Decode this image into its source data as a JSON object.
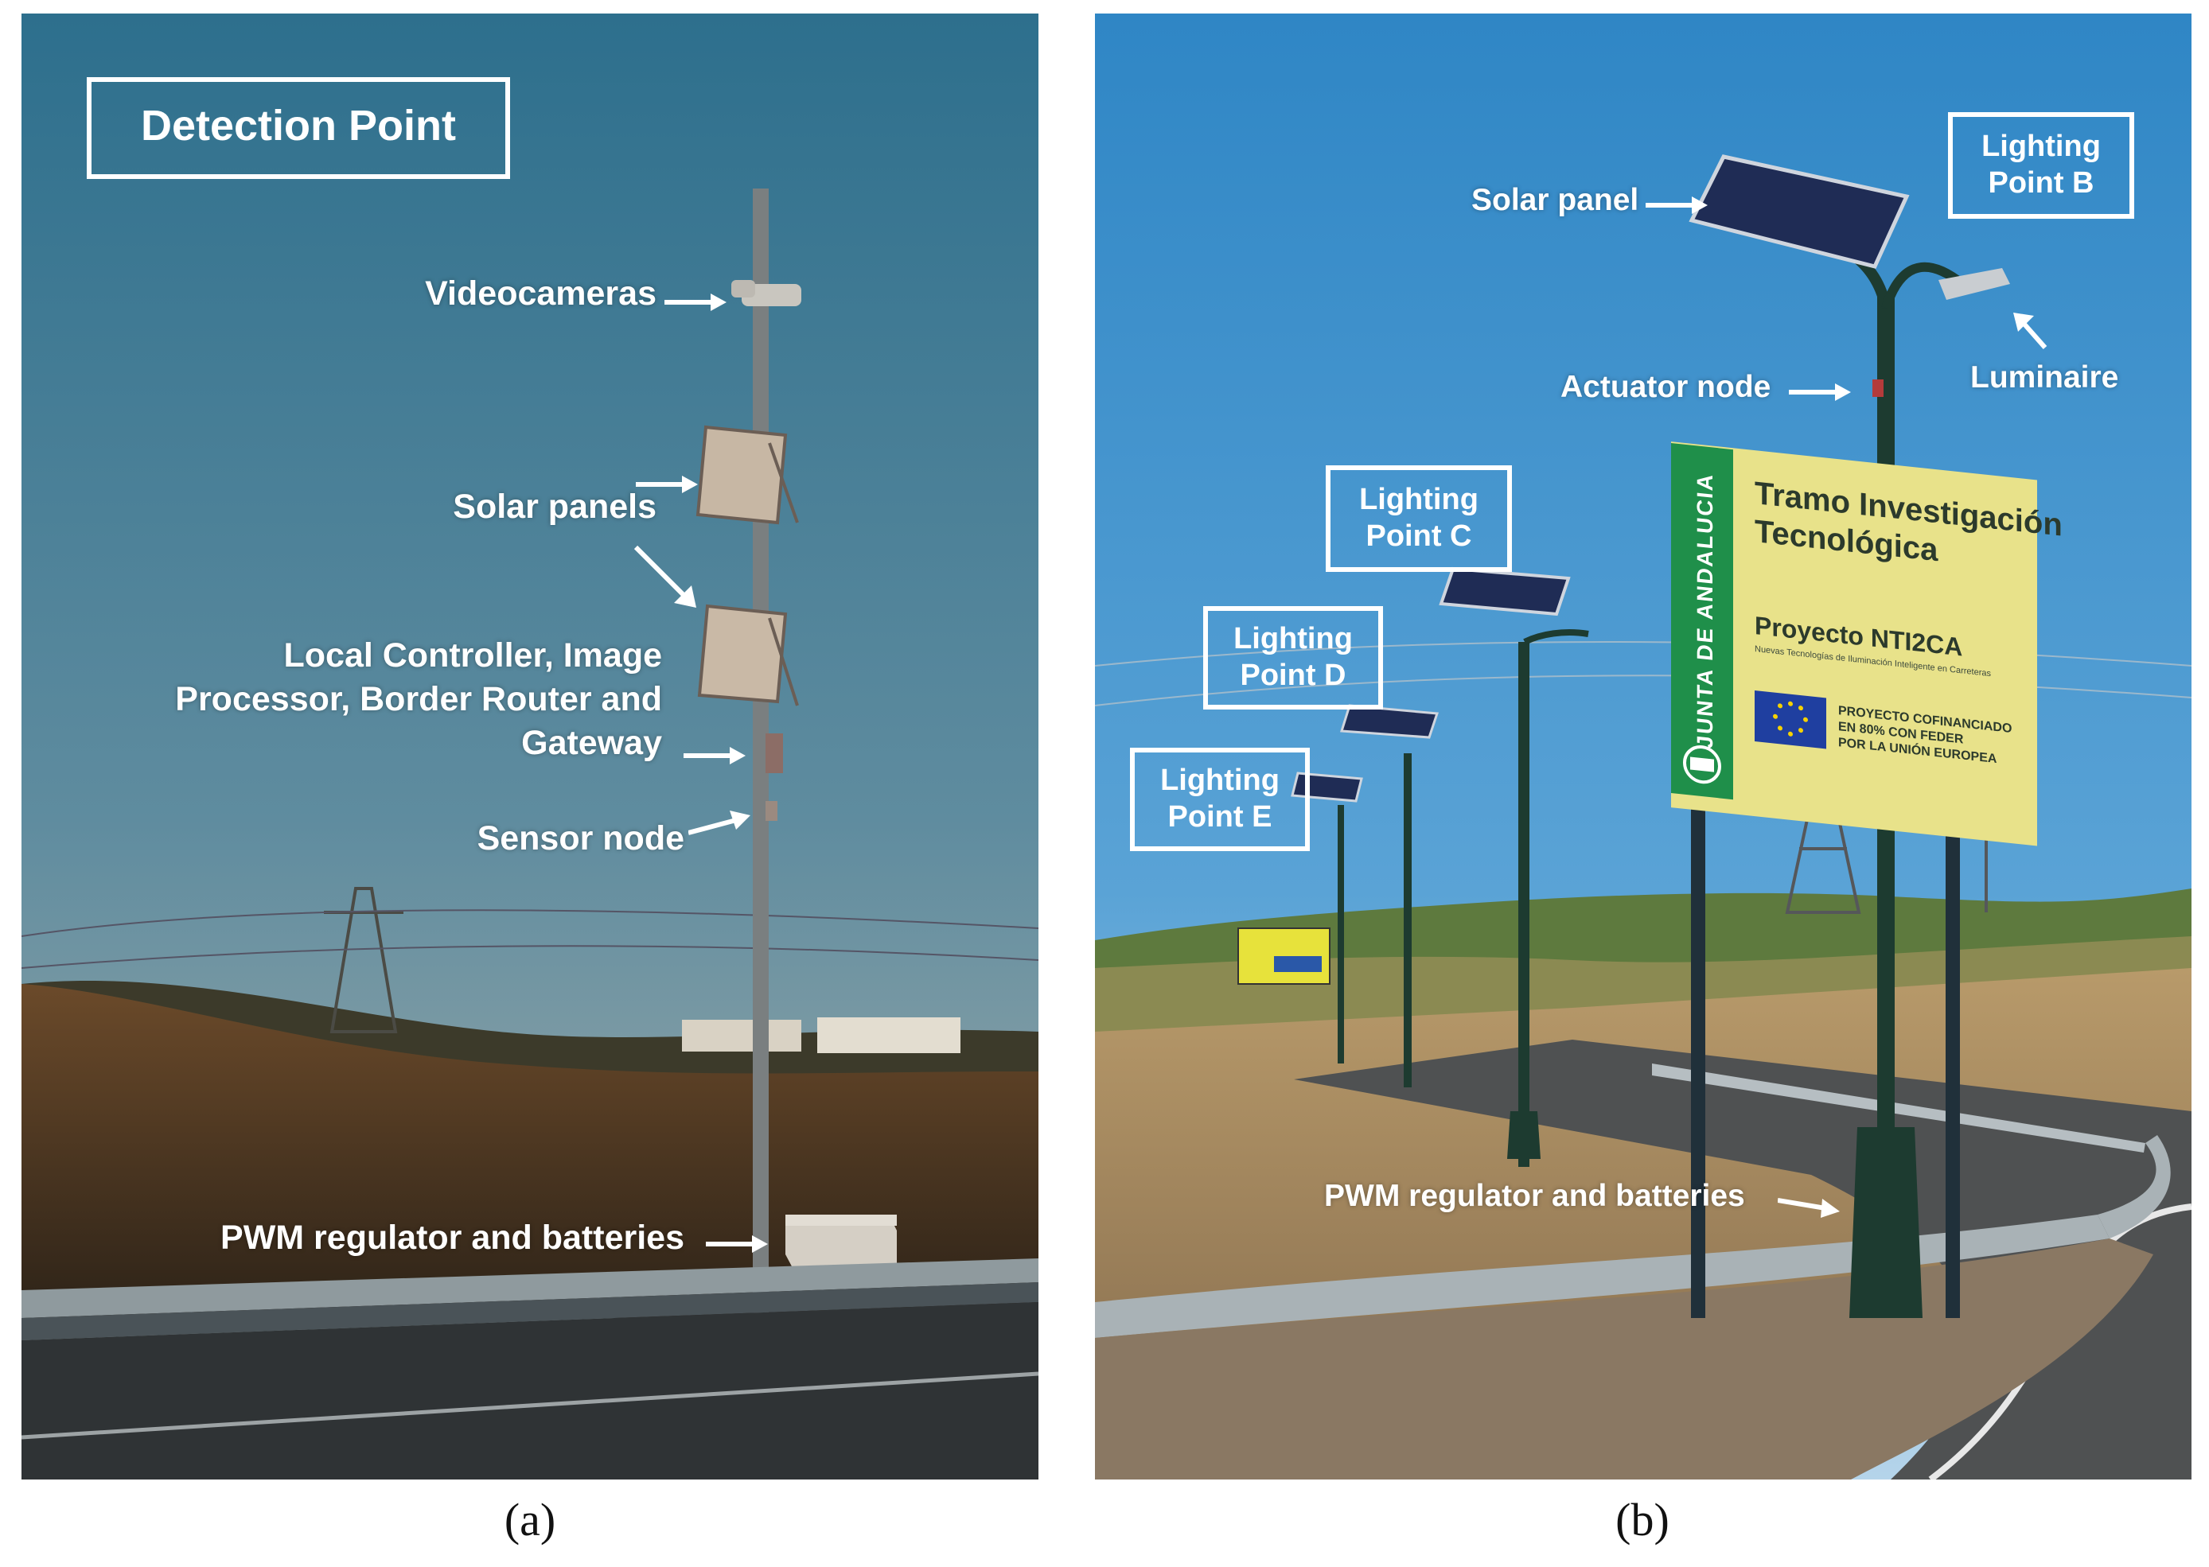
{
  "panel_a": {
    "title_box": "Detection Point",
    "labels": {
      "videocameras": "Videocameras",
      "solar_panels": "Solar panels",
      "controller_line1": "Local Controller, Image",
      "controller_line2": "Processor, Border Router and",
      "controller_line3": "Gateway",
      "sensor_node": "Sensor node",
      "pwm": "PWM regulator and batteries"
    },
    "caption": "(a)"
  },
  "panel_b": {
    "labels": {
      "solar_panel": "Solar panel",
      "actuator_node": "Actuator node",
      "luminaire": "Luminaire",
      "pwm": "PWM regulator and batteries"
    },
    "boxes": {
      "b_line1": "Lighting",
      "b_line2": "Point B",
      "c_line1": "Lighting",
      "c_line2": "Point C",
      "d_line1": "Lighting",
      "d_line2": "Point D",
      "e_line1": "Lighting",
      "e_line2": "Point E"
    },
    "sign": {
      "title_line1": "Tramo Investigación",
      "title_line2": "Tecnológica",
      "vertical": "JUNTA DE ANDALUCIA",
      "project": "Proyecto NTI2CA",
      "project_sub": "Nuevas Tecnologías de Iluminación Inteligente en Carreteras",
      "eu_line1": "PROYECTO COFINANCIADO",
      "eu_line2": "EN 80% CON FEDER",
      "eu_line3": "POR LA UNIÓN EUROPEA"
    },
    "caption": "(b)"
  },
  "colors": {
    "sky_top_a": "#2f6f8c",
    "sky_bottom_a": "#9aaab0",
    "sky_top_b": "#2d86c6",
    "sky_bottom_b": "#a9cde9",
    "sign_green": "#1f8f4a",
    "sign_yellow": "#e8e28a",
    "pole_green": "#1d3b30"
  }
}
